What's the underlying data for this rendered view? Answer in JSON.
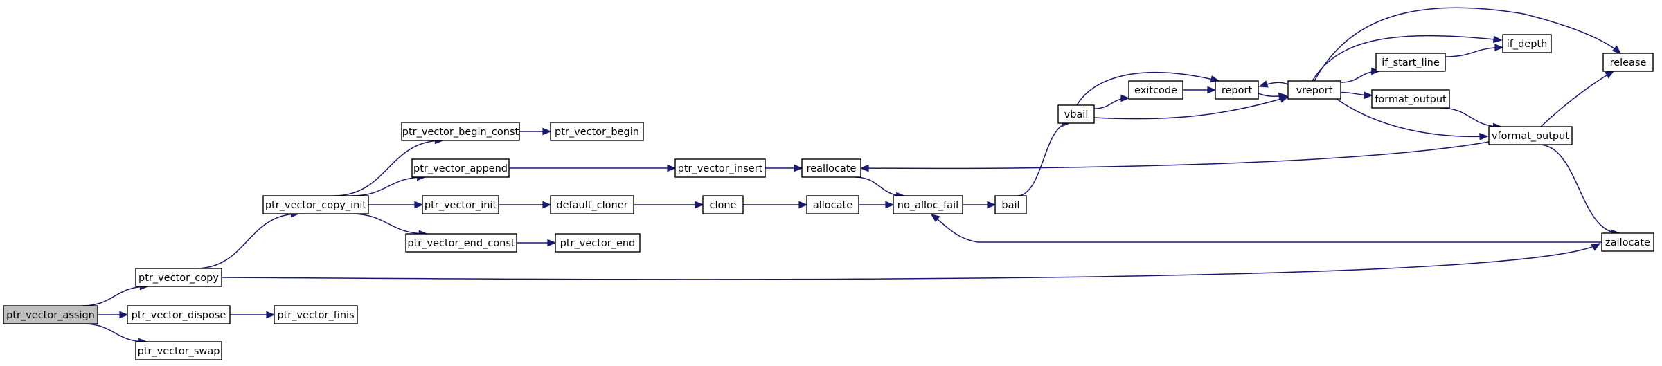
{
  "graph": {
    "root": "ptr_vector_assign",
    "nodes": [
      {
        "id": "ptr_vector_assign",
        "label": "ptr_vector_assign",
        "highlighted": true
      },
      {
        "id": "ptr_vector_copy",
        "label": "ptr_vector_copy"
      },
      {
        "id": "ptr_vector_dispose",
        "label": "ptr_vector_dispose"
      },
      {
        "id": "ptr_vector_swap",
        "label": "ptr_vector_swap"
      },
      {
        "id": "ptr_vector_finis",
        "label": "ptr_vector_finis"
      },
      {
        "id": "ptr_vector_copy_init",
        "label": "ptr_vector_copy_init"
      },
      {
        "id": "ptr_vector_begin_const",
        "label": "ptr_vector_begin_const"
      },
      {
        "id": "ptr_vector_append",
        "label": "ptr_vector_append"
      },
      {
        "id": "ptr_vector_init",
        "label": "ptr_vector_init"
      },
      {
        "id": "ptr_vector_end_const",
        "label": "ptr_vector_end_const"
      },
      {
        "id": "ptr_vector_begin",
        "label": "ptr_vector_begin"
      },
      {
        "id": "ptr_vector_insert",
        "label": "ptr_vector_insert"
      },
      {
        "id": "default_cloner",
        "label": "default_cloner"
      },
      {
        "id": "ptr_vector_end",
        "label": "ptr_vector_end"
      },
      {
        "id": "reallocate",
        "label": "reallocate"
      },
      {
        "id": "clone",
        "label": "clone"
      },
      {
        "id": "allocate",
        "label": "allocate"
      },
      {
        "id": "no_alloc_fail",
        "label": "no_alloc_fail"
      },
      {
        "id": "bail",
        "label": "bail"
      },
      {
        "id": "vbail",
        "label": "vbail"
      },
      {
        "id": "exitcode",
        "label": "exitcode"
      },
      {
        "id": "report",
        "label": "report"
      },
      {
        "id": "vreport",
        "label": "vreport"
      },
      {
        "id": "if_start_line",
        "label": "if_start_line"
      },
      {
        "id": "if_depth",
        "label": "if_depth"
      },
      {
        "id": "format_output",
        "label": "format_output"
      },
      {
        "id": "vformat_output",
        "label": "vformat_output"
      },
      {
        "id": "release",
        "label": "release"
      },
      {
        "id": "zallocate",
        "label": "zallocate"
      }
    ],
    "edges": [
      {
        "from": "ptr_vector_assign",
        "to": "ptr_vector_copy"
      },
      {
        "from": "ptr_vector_assign",
        "to": "ptr_vector_dispose"
      },
      {
        "from": "ptr_vector_assign",
        "to": "ptr_vector_swap"
      },
      {
        "from": "ptr_vector_dispose",
        "to": "ptr_vector_finis"
      },
      {
        "from": "ptr_vector_copy",
        "to": "ptr_vector_copy_init"
      },
      {
        "from": "ptr_vector_copy",
        "to": "zallocate"
      },
      {
        "from": "ptr_vector_copy_init",
        "to": "ptr_vector_begin_const"
      },
      {
        "from": "ptr_vector_copy_init",
        "to": "ptr_vector_append"
      },
      {
        "from": "ptr_vector_copy_init",
        "to": "ptr_vector_init"
      },
      {
        "from": "ptr_vector_copy_init",
        "to": "ptr_vector_end_const"
      },
      {
        "from": "ptr_vector_begin_const",
        "to": "ptr_vector_begin"
      },
      {
        "from": "ptr_vector_append",
        "to": "ptr_vector_insert"
      },
      {
        "from": "ptr_vector_init",
        "to": "default_cloner"
      },
      {
        "from": "ptr_vector_end_const",
        "to": "ptr_vector_end"
      },
      {
        "from": "ptr_vector_insert",
        "to": "reallocate"
      },
      {
        "from": "default_cloner",
        "to": "clone"
      },
      {
        "from": "clone",
        "to": "allocate"
      },
      {
        "from": "allocate",
        "to": "no_alloc_fail"
      },
      {
        "from": "reallocate",
        "to": "no_alloc_fail"
      },
      {
        "from": "no_alloc_fail",
        "to": "bail"
      },
      {
        "from": "bail",
        "to": "vbail"
      },
      {
        "from": "vbail",
        "to": "exitcode"
      },
      {
        "from": "vbail",
        "to": "report"
      },
      {
        "from": "vbail",
        "to": "vreport"
      },
      {
        "from": "exitcode",
        "to": "report"
      },
      {
        "from": "report",
        "to": "vreport"
      },
      {
        "from": "vreport",
        "to": "report"
      },
      {
        "from": "vreport",
        "to": "if_start_line"
      },
      {
        "from": "vreport",
        "to": "if_depth"
      },
      {
        "from": "vreport",
        "to": "release"
      },
      {
        "from": "vreport",
        "to": "format_output"
      },
      {
        "from": "vreport",
        "to": "vformat_output"
      },
      {
        "from": "if_start_line",
        "to": "if_depth"
      },
      {
        "from": "format_output",
        "to": "vformat_output"
      },
      {
        "from": "vformat_output",
        "to": "release"
      },
      {
        "from": "vformat_output",
        "to": "reallocate"
      },
      {
        "from": "vformat_output",
        "to": "zallocate"
      },
      {
        "from": "zallocate",
        "to": "no_alloc_fail"
      }
    ]
  },
  "colors": {
    "edge": "#191970",
    "node_border": "#000000",
    "node_fill": "#ffffff",
    "root_fill": "#bfbfbf"
  }
}
